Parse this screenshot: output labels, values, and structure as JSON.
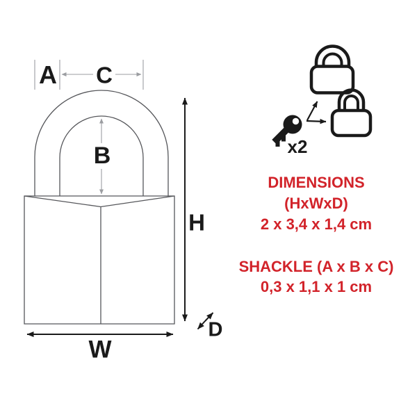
{
  "diagram": {
    "shackle_thickness_label": "A",
    "shackle_clearance_label": "B",
    "shackle_span_label": "C",
    "height_label": "H",
    "width_label": "W",
    "depth_label": "D"
  },
  "keyed_illustration": {
    "keys_count_label": "x2"
  },
  "specs": {
    "dimensions_title": "DIMENSIONS",
    "dimensions_subtitle": "(HxWxD)",
    "dimensions_value": "2 x 3,4 x 1,4 cm",
    "shackle_title": "SHACKLE (A x B x C)",
    "shackle_value": "0,3 x 1,1 x 1 cm"
  },
  "colors": {
    "accent_red": "#d2232a",
    "ink": "#1a1a1a",
    "outline_gray": "#55565a",
    "dim_gray": "#9b9da1",
    "bg": "#ffffff"
  }
}
